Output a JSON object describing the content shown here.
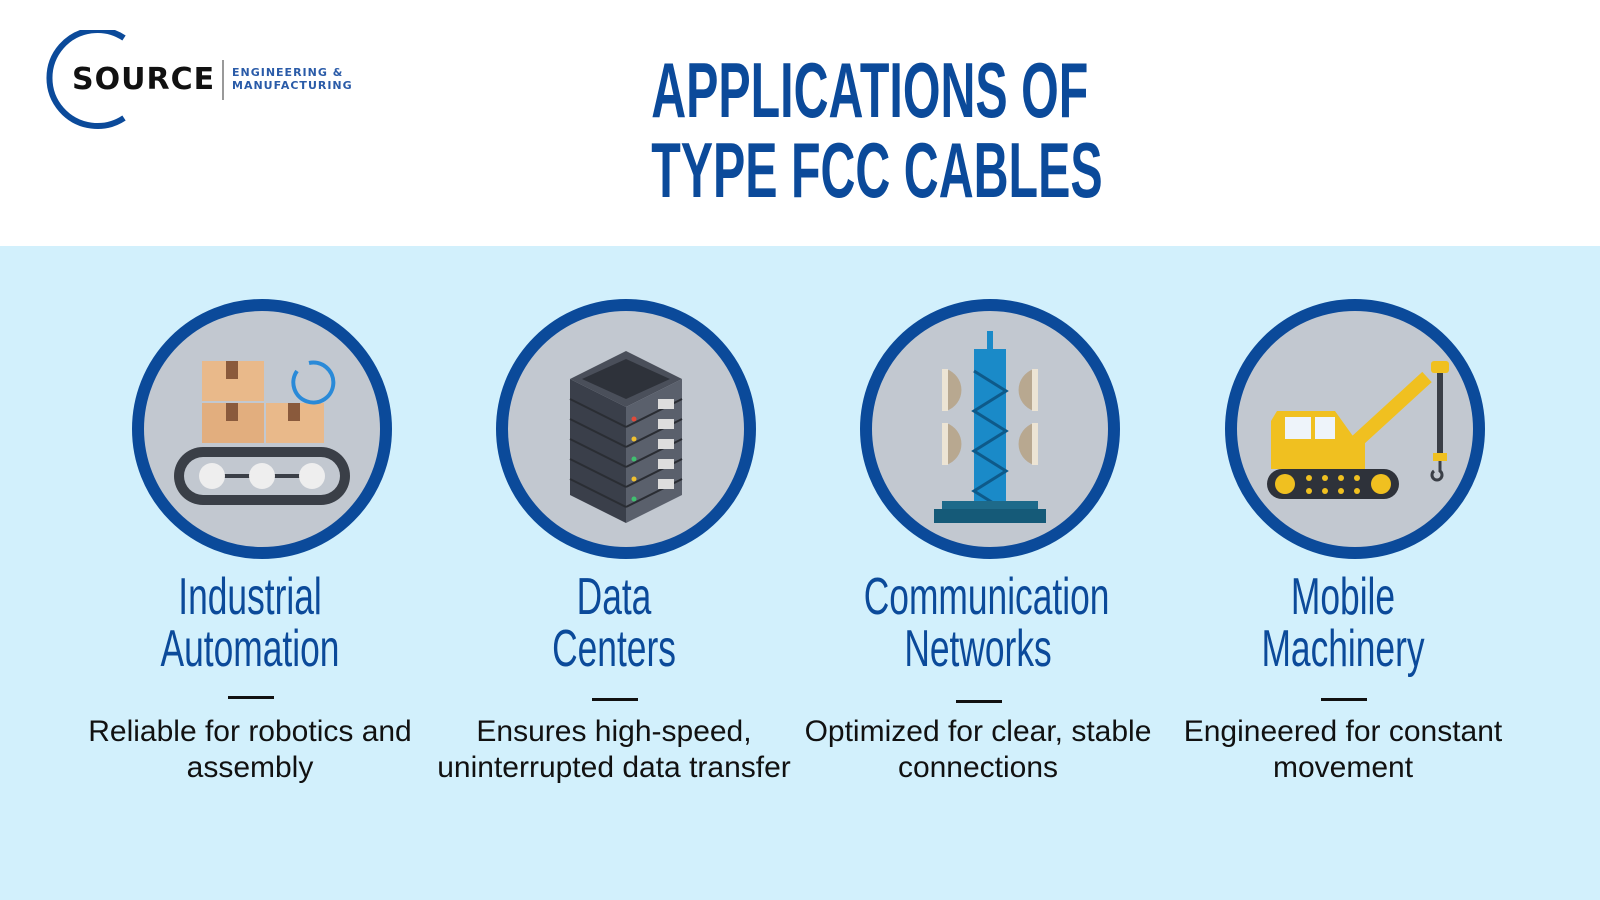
{
  "logo": {
    "brand": "SOURCE",
    "tagline_line1": "ENGINEERING &",
    "tagline_line2": "MANUFACTURING"
  },
  "title": {
    "line1": "APPLICATIONS OF",
    "line2": "TYPE FCC CABLES"
  },
  "colors": {
    "brand_blue": "#0b4a9a",
    "band_bg": "#d2f0fc",
    "circle_fill": "#c2c8d0"
  },
  "applications": [
    {
      "icon": "conveyor-boxes-icon",
      "heading_line1": "Industrial",
      "heading_line2": "Automation",
      "description": "Reliable for robotics and assembly"
    },
    {
      "icon": "server-rack-icon",
      "heading_line1": "Data",
      "heading_line2": "Centers",
      "description": "Ensures high-speed, uninterrupted data transfer"
    },
    {
      "icon": "cell-tower-icon",
      "heading_line1": "Communication",
      "heading_line2": "Networks",
      "description": "Optimized for clear, stable connections"
    },
    {
      "icon": "crane-truck-icon",
      "heading_line1": "Mobile",
      "heading_line2": "Machinery",
      "description": "Engineered for constant movement"
    }
  ]
}
